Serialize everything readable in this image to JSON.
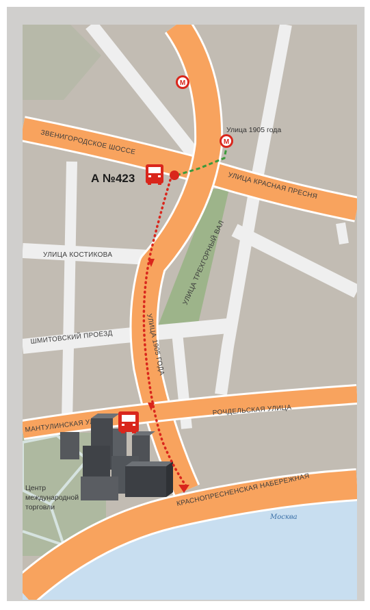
{
  "streets": {
    "zvenigorodskoe": "ЗВЕНИГОРОДСКОЕ ШОССЕ",
    "krasnaya_presnya": "УЛИЦА КРАСНАЯ ПРЕСНЯ",
    "kostikova": "УЛИЦА КОСТИКОВА",
    "trekhgorny": "УЛИЦА ТРЕХГОРНЫЙ ВАЛ",
    "shmitovsky": "ШМИТОВСКИЙ ПРОЕЗД",
    "ulitsa_1905": "УЛИЦА 1905 ГОДА",
    "rochdelskaya": "РОЧДЕЛЬСКАЯ УЛИЦА",
    "mantulinskaya": "МАНТУЛИНСКАЯ УЛИЦА",
    "embankment": "КРАСНОПРЕСНЕНСКАЯ НАБЕРЕЖНАЯ"
  },
  "metro": {
    "symbol": "M",
    "station_label": "Улица 1905 года"
  },
  "bus": {
    "route_label": "А №423"
  },
  "landmark": {
    "line1": "Центр",
    "line2": "международной",
    "line3": "торговли"
  },
  "river": {
    "name": "Москва"
  },
  "colors": {
    "road": "#f8a35e",
    "road_edge": "#ffffff",
    "ground": "#c2bcb3",
    "park": "#9db48a",
    "water": "#c8def0",
    "route": "#d9261c",
    "walk": "#3b9a3b"
  }
}
